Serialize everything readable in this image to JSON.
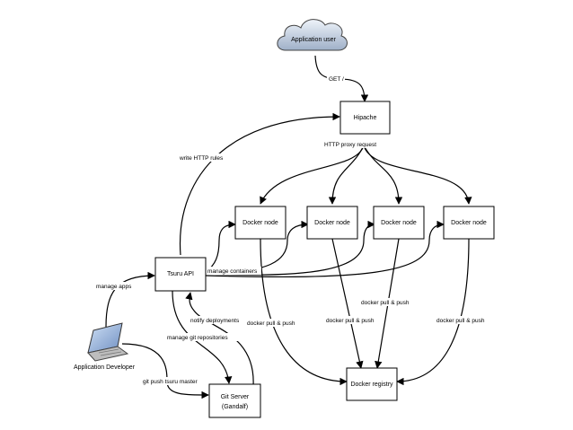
{
  "nodes": {
    "app_user": "Application user",
    "hipache": "Hipache",
    "docker_nodes": [
      "Docker node",
      "Docker node",
      "Docker node",
      "Docker node"
    ],
    "tsuru_api": "Tsuru API",
    "git_server": [
      "Git Server",
      "(Gandalf)"
    ],
    "docker_registry": "Docker registry",
    "app_developer": "Application Developer"
  },
  "edges": {
    "get": "GET /",
    "http_proxy": "HTTP proxy request",
    "write_http_rules": "write HTTP rules",
    "manage_containers": "manage containers",
    "manage_apps": "manage apps",
    "notify_deployments": "notify deployments",
    "manage_git_repos": "manage git repositories",
    "git_push": "git push tsuru master",
    "docker_pull_push": [
      "docker pull & push",
      "docker pull & push",
      "docker pull & push",
      "docker pull & push"
    ]
  }
}
